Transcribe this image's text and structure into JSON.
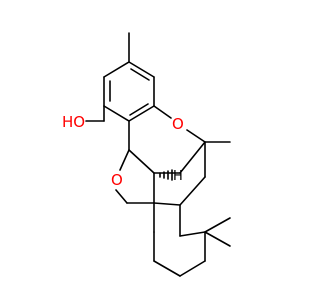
{
  "molecule": {
    "atom_labels": {
      "hydroxyl": "HO",
      "ether_oxygen_upper": "O",
      "ether_oxygen_lower": "O",
      "stereo_hydrogen": "H"
    },
    "colors": {
      "oxygen": "#ff0000",
      "carbon_bonds": "#000000",
      "hydrogen": "#000000"
    },
    "stereo": {
      "wedge_bond": "hashed",
      "at": "stereo-hydrogen"
    }
  }
}
